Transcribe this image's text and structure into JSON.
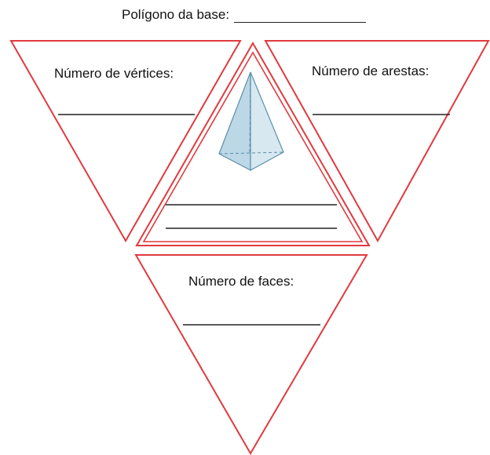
{
  "header": {
    "base_polygon_label": "Polígono da base:"
  },
  "panels": {
    "vertices_label": "Número de vértices:",
    "edges_label": "Número de arestas:",
    "faces_label": "Número de faces:"
  },
  "colors": {
    "outline": "#e03a3e",
    "pyramid_fill": "#cfe3ee",
    "pyramid_stroke": "#5b8fa8",
    "text": "#111111"
  },
  "icons": {
    "center_figure": "pyramid-icon"
  }
}
